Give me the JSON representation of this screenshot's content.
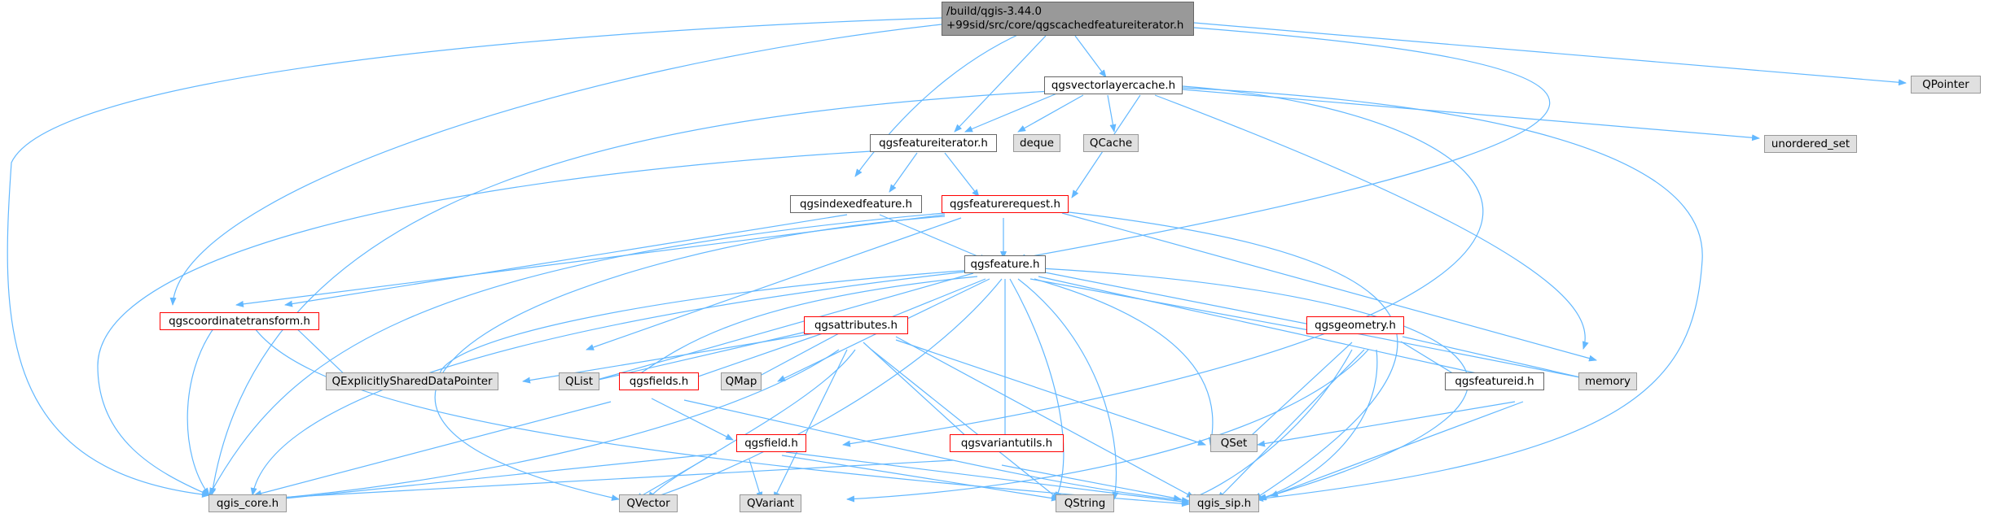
{
  "root": {
    "line1": "/build/qgis-3.44.0",
    "line2": "+99sid/src/core/qgscachedfeatureiterator.h"
  },
  "nodes": {
    "qpointer": "QPointer",
    "qgsvectorlayercache": "qgsvectorlayercache.h",
    "unordered_set": "unordered_set",
    "qgsfeatureiterator": "qgsfeatureiterator.h",
    "deque": "deque",
    "qcache": "QCache",
    "qgsindexedfeature": "qgsindexedfeature.h",
    "qgsfeaturerequest": "qgsfeaturerequest.h",
    "qgsfeature": "qgsfeature.h",
    "qgscoordinatetransform": "qgscoordinatetransform.h",
    "qgsattributes": "qgsattributes.h",
    "qgsgeometry": "qgsgeometry.h",
    "qexplicitlyshareddatapointer": "QExplicitlySharedDataPointer",
    "qlist": "QList",
    "qgsfields": "qgsfields.h",
    "qmap": "QMap",
    "qgsfeatureid": "qgsfeatureid.h",
    "memory": "memory",
    "qset": "QSet",
    "qgsfield": "qgsfield.h",
    "qgsvariantutils": "qgsvariantutils.h",
    "qgis_core": "qgis_core.h",
    "qvector": "QVector",
    "qvariant": "QVariant",
    "qstring": "QString",
    "qgis_sip": "qgis_sip.h"
  },
  "colors": {
    "edge": "#63b8ff",
    "root_fill": "#999999",
    "external_fill": "#e0e0e0",
    "truncated_border": "#ff0000"
  }
}
